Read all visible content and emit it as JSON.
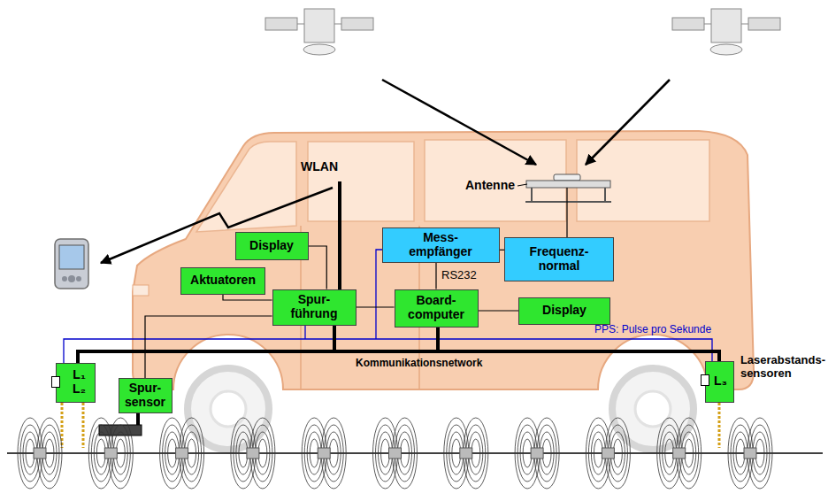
{
  "diagram": {
    "nodes": [
      {
        "text": [
          "Display"
        ]
      },
      {
        "text": [
          "Aktuatoren"
        ]
      },
      {
        "text": [
          "Spur- führung"
        ]
      },
      {
        "text": [
          "Mess- empfänger"
        ]
      },
      {
        "text": [
          "Frequenz- normal"
        ]
      },
      {
        "text": [
          "Board- computer"
        ]
      },
      {
        "text": [
          "Display"
        ]
      },
      {
        "text": [
          "L₁",
          "L₂"
        ]
      },
      {
        "text": [
          "Spur- sensor"
        ]
      },
      {
        "text": [
          "L₃"
        ]
      }
    ],
    "edges": [
      {
        "from": 0,
        "to": 2,
        "arrow": "none"
      },
      {
        "from": 1,
        "to": 2,
        "arrow": "none"
      },
      {
        "from": 2,
        "to": 5,
        "arrow": "none"
      },
      {
        "from": 3,
        "to": 4,
        "arrow": "none"
      },
      {
        "from": 3,
        "to": 5,
        "label": "RS232",
        "arrow": "none"
      },
      {
        "from": 5,
        "to": 6,
        "arrow": "none"
      },
      {
        "from": 8,
        "to": 2,
        "arrow": "none"
      }
    ],
    "labels": [
      "WLAN",
      "Antenne",
      "PPS: Pulse pro Sekunde",
      "Kommunikationsnetwork",
      "Laserabstands- sensoren"
    ]
  }
}
